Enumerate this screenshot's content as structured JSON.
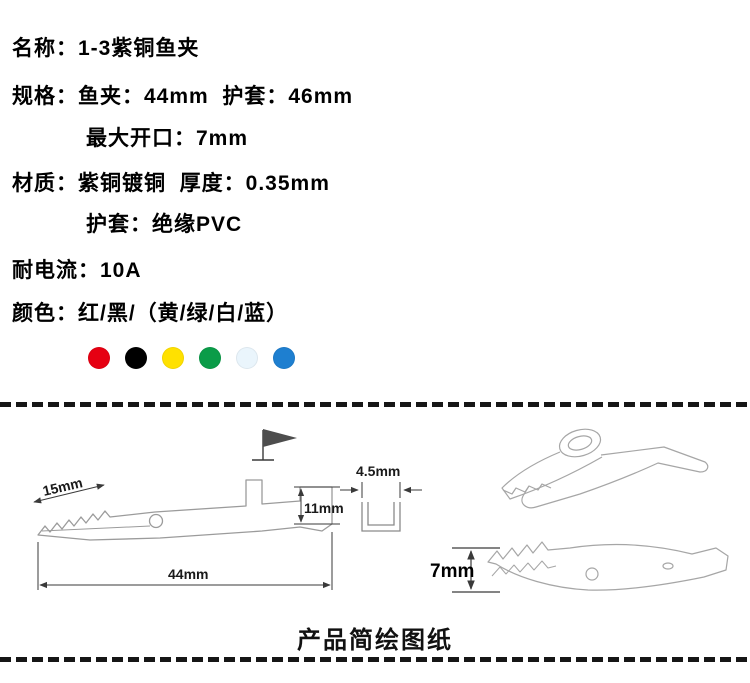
{
  "specs": {
    "lines": [
      {
        "text": "名称：1-3紫铜鱼夹"
      },
      {
        "text": "规格：鱼夹：44mm  护套：46mm"
      },
      {
        "text": "最大开口：7mm"
      },
      {
        "text": "材质：紫铜镀铜  厚度：0.35mm"
      },
      {
        "text": "护套：绝缘PVC"
      },
      {
        "text": "耐电流：10A"
      },
      {
        "text": "颜色：红/黑/（黄/绿/白/蓝）"
      }
    ],
    "colors": [
      {
        "name": "red",
        "hex": "#e60012"
      },
      {
        "name": "black",
        "hex": "#000000"
      },
      {
        "name": "yellow",
        "hex": "#ffe100"
      },
      {
        "name": "green",
        "hex": "#0a9c48"
      },
      {
        "name": "white",
        "hex": "#eaf5fc"
      },
      {
        "name": "blue",
        "hex": "#1e7fd0"
      }
    ]
  },
  "diagram": {
    "dim_15mm": "15mm",
    "dim_44mm": "44mm",
    "dim_11mm": "11mm",
    "dim_4_5mm": "4.5mm",
    "dim_7mm": "7mm",
    "caption": "产品简绘图纸"
  }
}
